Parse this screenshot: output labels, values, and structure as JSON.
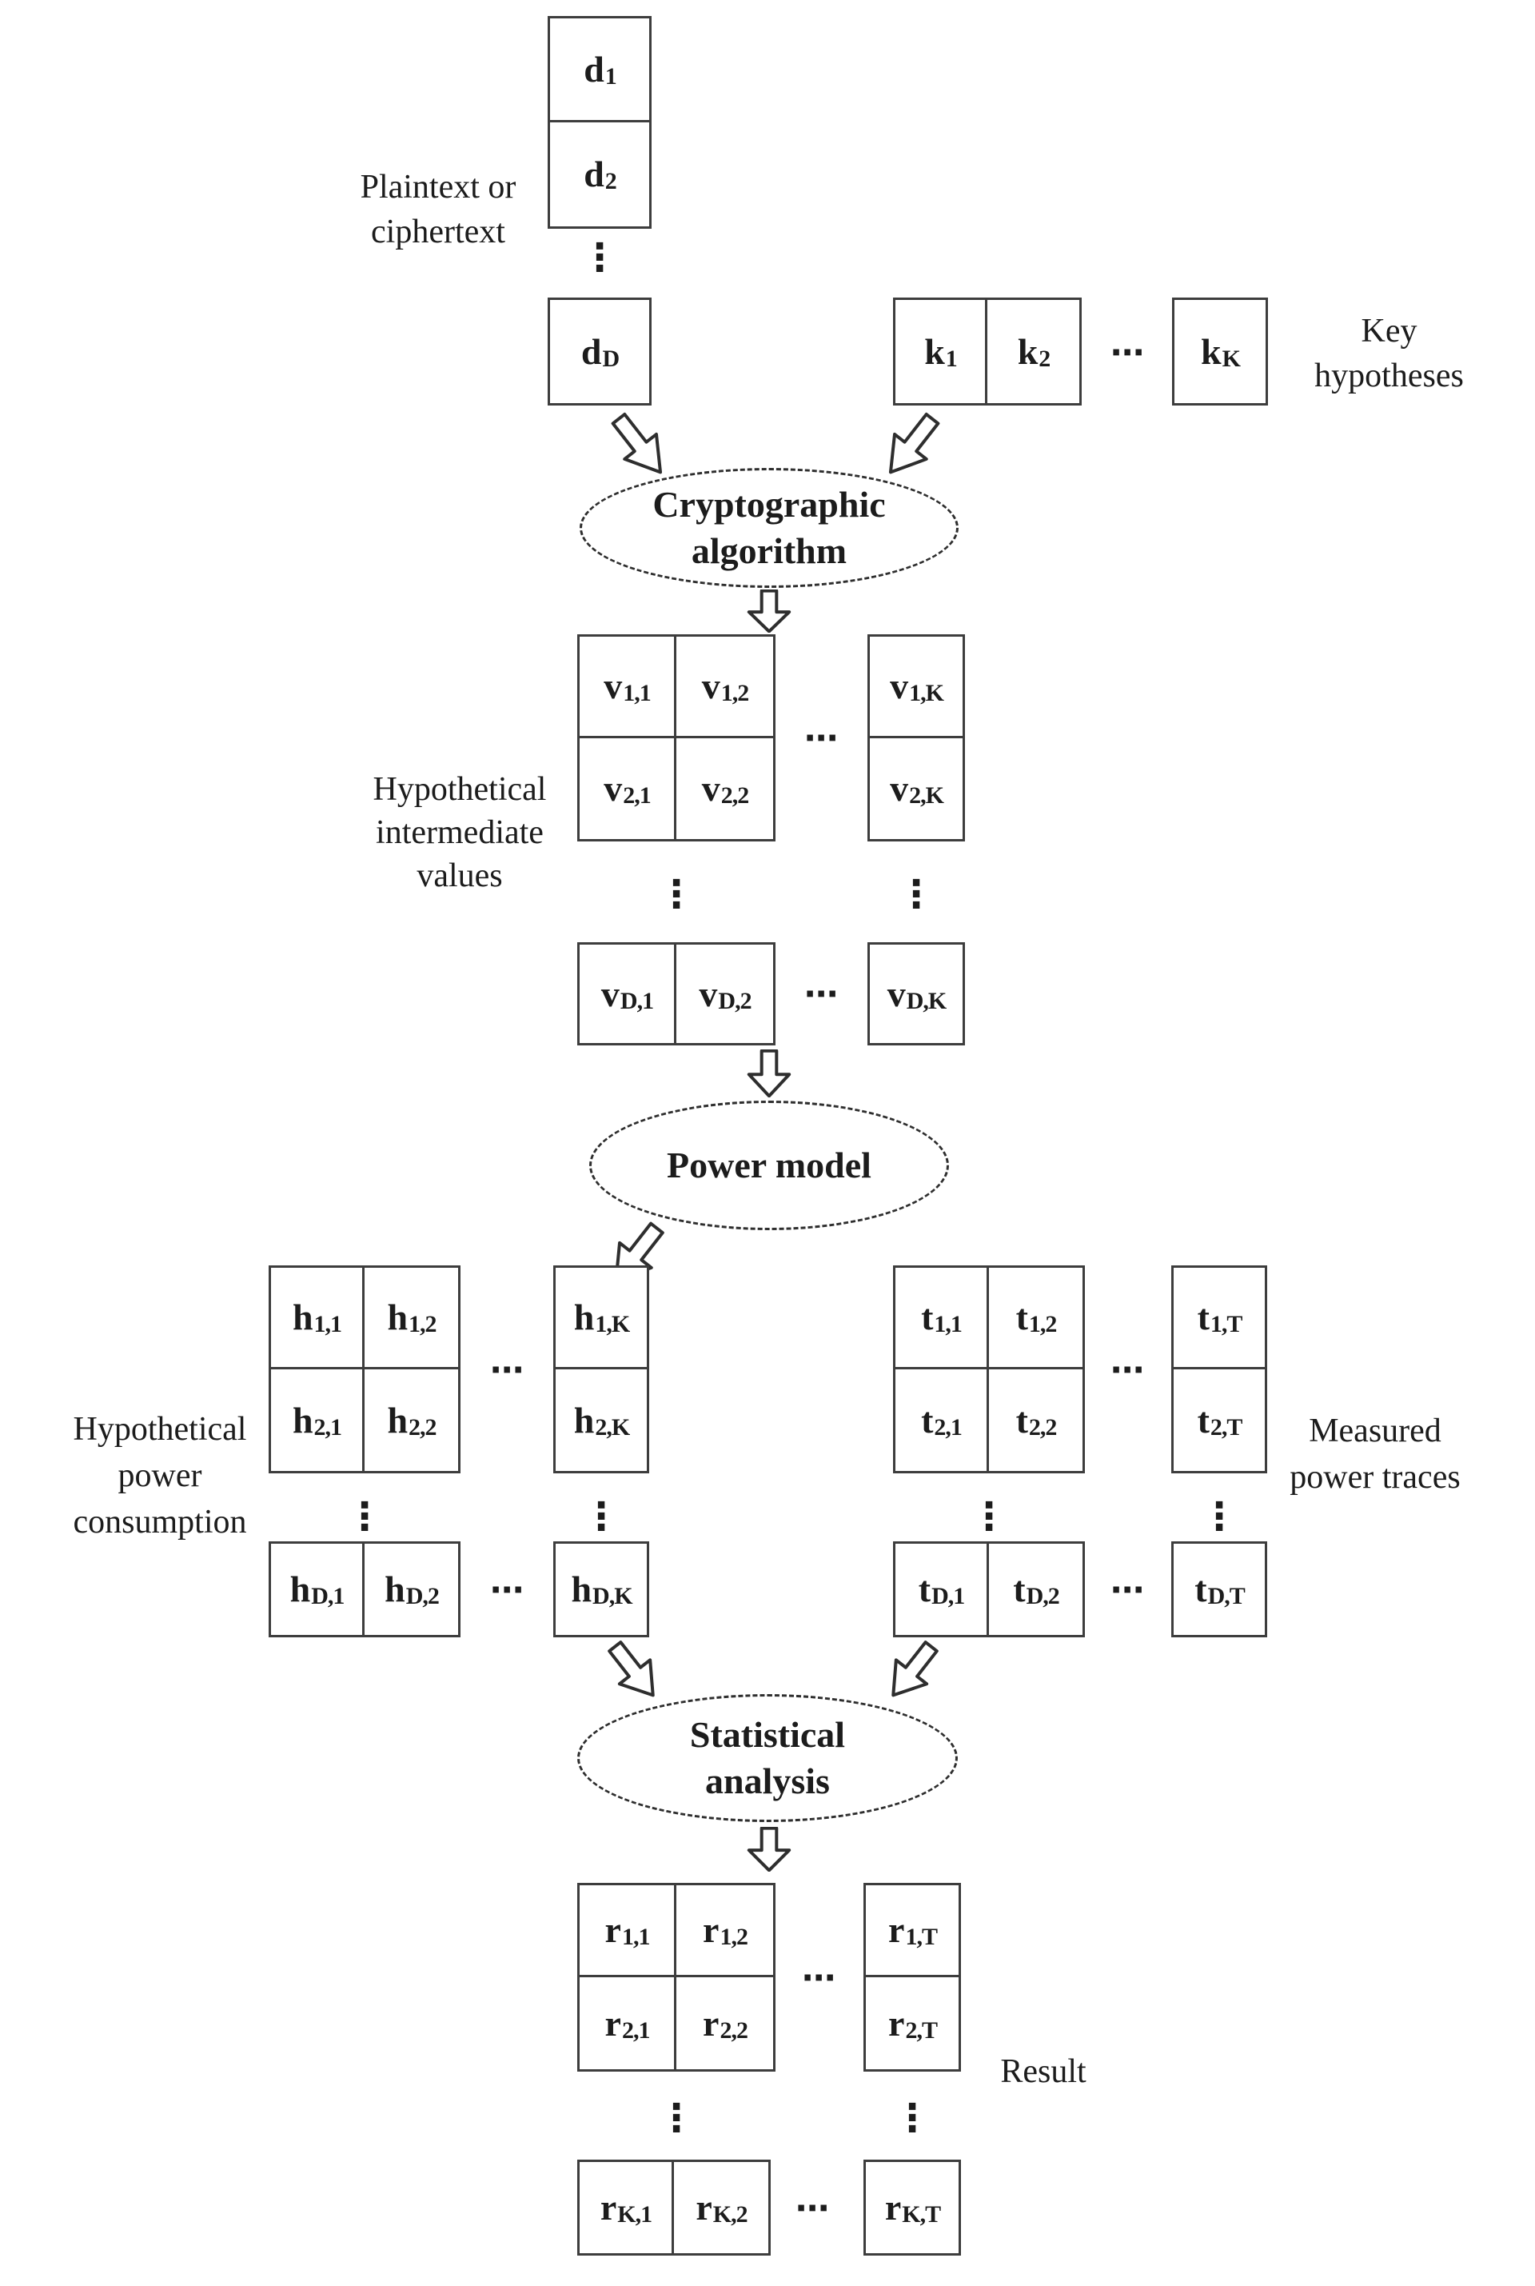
{
  "figure": {
    "background": "#ffffff",
    "ink": "#1c1c1c",
    "line_color": "#3d3d3d"
  },
  "labels": {
    "plaintext": [
      "Plaintext or",
      "ciphertext"
    ],
    "key": [
      "Key",
      "hypotheses"
    ],
    "intermediate": [
      "Hypothetical",
      "intermediate",
      "values"
    ],
    "hyp_power": [
      "Hypothetical",
      "power",
      "consumption"
    ],
    "measured": [
      "Measured",
      "power traces"
    ],
    "result": "Result"
  },
  "nodes": {
    "crypto": [
      "Cryptographic",
      "algorithm"
    ],
    "power": [
      "Power model"
    ],
    "stat": [
      "Statistical",
      "analysis"
    ]
  },
  "vectors": {
    "d": [
      {
        "b": "d",
        "s": "1"
      },
      {
        "b": "d",
        "s": "2"
      },
      {
        "b": "d",
        "s": "D"
      }
    ],
    "k": [
      {
        "b": "k",
        "s": "1"
      },
      {
        "b": "k",
        "s": "2"
      },
      {
        "b": "k",
        "s": "K"
      }
    ]
  },
  "matrices": {
    "v": {
      "r1c1": {
        "b": "v",
        "s": "1,1"
      },
      "r1c2": {
        "b": "v",
        "s": "1,2"
      },
      "r1cK": {
        "b": "v",
        "s": "1,K"
      },
      "r2c1": {
        "b": "v",
        "s": "2,1"
      },
      "r2c2": {
        "b": "v",
        "s": "2,2"
      },
      "r2cK": {
        "b": "v",
        "s": "2,K"
      },
      "rDc1": {
        "b": "v",
        "s": "D,1"
      },
      "rDc2": {
        "b": "v",
        "s": "D,2"
      },
      "rDcK": {
        "b": "v",
        "s": "D,K"
      }
    },
    "h": {
      "r1c1": {
        "b": "h",
        "s": "1,1"
      },
      "r1c2": {
        "b": "h",
        "s": "1,2"
      },
      "r1cK": {
        "b": "h",
        "s": "1,K"
      },
      "r2c1": {
        "b": "h",
        "s": "2,1"
      },
      "r2c2": {
        "b": "h",
        "s": "2,2"
      },
      "r2cK": {
        "b": "h",
        "s": "2,K"
      },
      "rDc1": {
        "b": "h",
        "s": "D,1"
      },
      "rDc2": {
        "b": "h",
        "s": "D,2"
      },
      "rDcK": {
        "b": "h",
        "s": "D,K"
      }
    },
    "t": {
      "r1c1": {
        "b": "t",
        "s": "1,1"
      },
      "r1c2": {
        "b": "t",
        "s": "1,2"
      },
      "r1cT": {
        "b": "t",
        "s": "1,T"
      },
      "r2c1": {
        "b": "t",
        "s": "2,1"
      },
      "r2c2": {
        "b": "t",
        "s": "2,2"
      },
      "r2cT": {
        "b": "t",
        "s": "2,T"
      },
      "rDc1": {
        "b": "t",
        "s": "D,1"
      },
      "rDc2": {
        "b": "t",
        "s": "D,2"
      },
      "rDcT": {
        "b": "t",
        "s": "D,T"
      }
    },
    "r": {
      "r1c1": {
        "b": "r",
        "s": "1,1"
      },
      "r1c2": {
        "b": "r",
        "s": "1,2"
      },
      "r1cT": {
        "b": "r",
        "s": "1,T"
      },
      "r2c1": {
        "b": "r",
        "s": "2,1"
      },
      "r2c2": {
        "b": "r",
        "s": "2,2"
      },
      "r2cT": {
        "b": "r",
        "s": "2,T"
      },
      "rKc1": {
        "b": "r",
        "s": "K,1"
      },
      "rKc2": {
        "b": "r",
        "s": "K,2"
      },
      "rKcT": {
        "b": "r",
        "s": "K,T"
      }
    }
  },
  "glyphs": {
    "hdots": "⋯",
    "vdots": "⋮"
  }
}
